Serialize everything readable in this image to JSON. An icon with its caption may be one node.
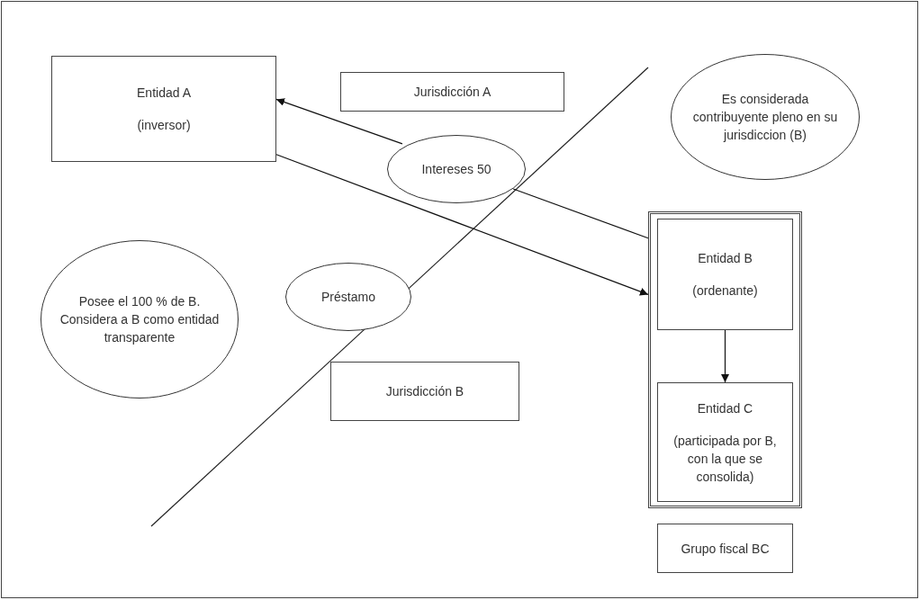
{
  "diagram": {
    "nodes": [
      {
        "text": [
          "Entidad A",
          "(inversor)"
        ]
      },
      {
        "text": [
          "Jurisdicción A"
        ]
      },
      {
        "text": [
          "Es considerada contribuyente pleno en su jurisdiccion (B)"
        ]
      },
      {
        "text": [
          "Intereses 50"
        ]
      },
      {
        "text": [
          "Posee el 100 % de B. Considera a B como entidad transparente"
        ]
      },
      {
        "text": [
          "Préstamo"
        ]
      },
      {
        "text": [],
        "shape": "box"
      },
      {
        "text": [
          "Entidad B",
          "(ordenante)"
        ],
        "in": 6
      },
      {
        "text": [
          "Entidad C",
          "(participada por B, con la que se consolida)"
        ],
        "in": 6
      },
      {
        "text": [
          "Grupo fiscal BC"
        ]
      },
      {
        "text": [
          "Jurisdicción B"
        ]
      }
    ],
    "edges": [
      {
        "from": 6,
        "to": 3,
        "arrow": "none"
      },
      {
        "from": 3,
        "to": 0,
        "arrow": "to"
      },
      {
        "from": 0,
        "to": 6,
        "arrow": "to"
      },
      {
        "from": 7,
        "to": 8,
        "arrow": "to"
      }
    ]
  }
}
